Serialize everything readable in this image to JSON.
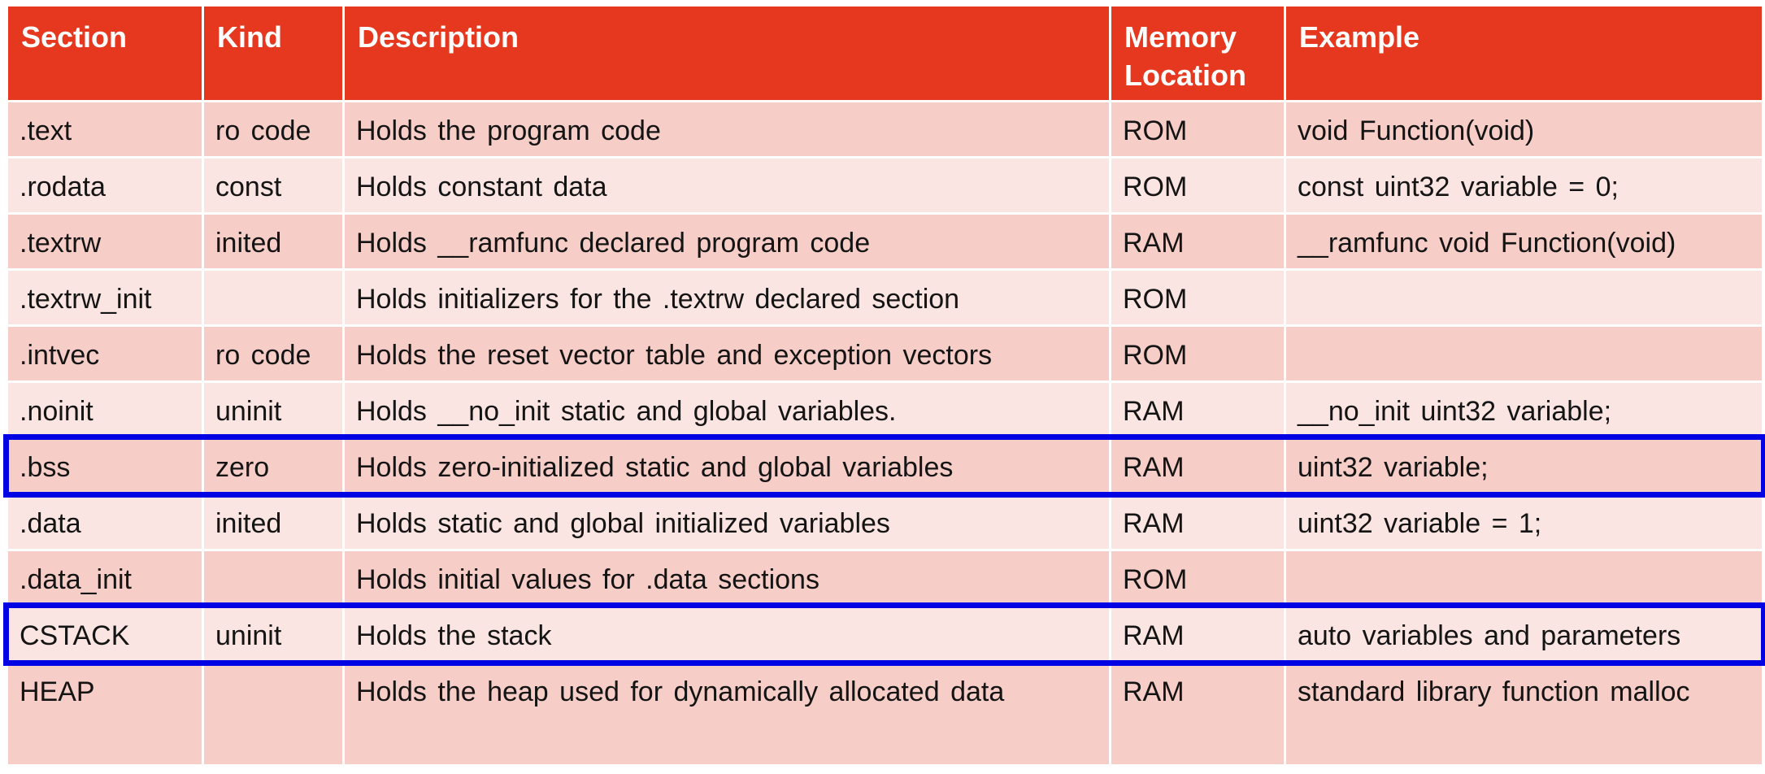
{
  "colors": {
    "header_red": "#E5381F",
    "row_pink_dark": "#F6CDC7",
    "row_pink_light": "#FAE5E2",
    "highlight_blue": "#0202E2",
    "header_text": "#FFFFFF",
    "body_text": "#141414"
  },
  "table": {
    "columns": [
      {
        "key": "section",
        "label": "Section"
      },
      {
        "key": "kind",
        "label": "Kind"
      },
      {
        "key": "description",
        "label": "Description"
      },
      {
        "key": "memory",
        "label": "Memory Location"
      },
      {
        "key": "example",
        "label": "Example"
      }
    ],
    "rows": [
      {
        "section": ".text",
        "kind": "ro code",
        "description": "Holds the program code",
        "memory": "ROM",
        "example": "void Function(void)",
        "highlighted": false
      },
      {
        "section": ".rodata",
        "kind": "const",
        "description": "Holds constant data",
        "memory": "ROM",
        "example": "const uint32 variable = 0;",
        "highlighted": false
      },
      {
        "section": ".textrw",
        "kind": "inited",
        "description": "Holds __ramfunc declared program code",
        "memory": "RAM",
        "example": "__ramfunc void Function(void)",
        "highlighted": false
      },
      {
        "section": ".textrw_init",
        "kind": "",
        "description": "Holds initializers for the .textrw declared section",
        "memory": "ROM",
        "example": "",
        "highlighted": false
      },
      {
        "section": ".intvec",
        "kind": "ro code",
        "description": "Holds the reset vector table and exception vectors",
        "memory": "ROM",
        "example": "",
        "highlighted": false
      },
      {
        "section": ".noinit",
        "kind": "uninit",
        "description": "Holds __no_init static and global variables.",
        "memory": "RAM",
        "example": "__no_init uint32 variable;",
        "highlighted": false
      },
      {
        "section": ".bss",
        "kind": "zero",
        "description": "Holds zero-initialized static and global variables",
        "memory": "RAM",
        "example": "uint32 variable;",
        "highlighted": true
      },
      {
        "section": ".data",
        "kind": "inited",
        "description": "Holds static and global initialized variables",
        "memory": "RAM",
        "example": "uint32 variable = 1;",
        "highlighted": false
      },
      {
        "section": ".data_init",
        "kind": "",
        "description": "Holds initial values for .data sections",
        "memory": "ROM",
        "example": "",
        "highlighted": false
      },
      {
        "section": "CSTACK",
        "kind": "uninit",
        "description": "Holds the stack",
        "memory": "RAM",
        "example": "auto variables and parameters",
        "highlighted": true
      },
      {
        "section": "HEAP",
        "kind": "",
        "description": "Holds the heap used for dynamically allocated data",
        "memory": "RAM",
        "example": "standard library function malloc",
        "highlighted": false
      }
    ]
  }
}
